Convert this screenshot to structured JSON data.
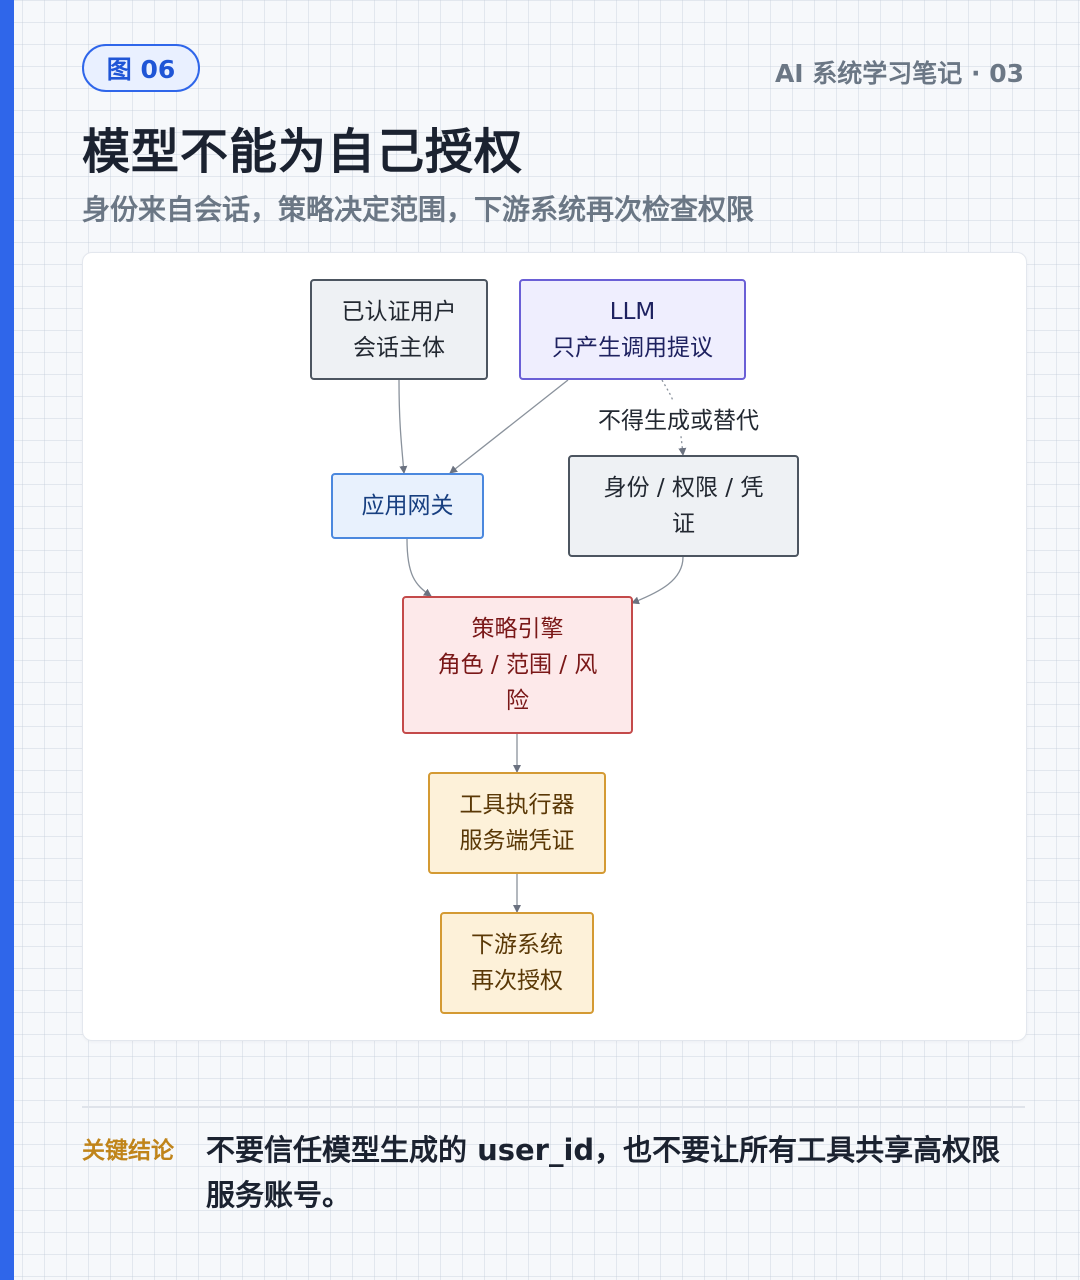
{
  "header": {
    "badge": "图 06",
    "series": "AI 系统学习笔记 · 03",
    "title": "模型不能为自己授权",
    "subtitle": "身份来自会话，策略决定范围，下游系统再次检查权限"
  },
  "diagram": {
    "nodes": {
      "user": {
        "line1": "已认证用户",
        "line2": "会话主体"
      },
      "llm": {
        "line1": "LLM",
        "line2": "只产生调用提议"
      },
      "gateway": {
        "line1": "应用网关"
      },
      "identity": {
        "line1": "身份 / 权限 / 凭",
        "line2": "证"
      },
      "policy": {
        "line1": "策略引擎",
        "line2": "角色 / 范围 / 风",
        "line3": "险"
      },
      "executor": {
        "line1": "工具执行器",
        "line2": "服务端凭证"
      },
      "downstream": {
        "line1": "下游系统",
        "line2": "再次授权"
      }
    },
    "edge_label": "不得生成或替代"
  },
  "conclusion": {
    "label": "关键结论",
    "text": "不要信任模型生成的 user_id，也不要让所有工具共享高权限服务账号。"
  },
  "colors": {
    "accent": "#2f66ea",
    "edge": "#6b7280",
    "conclusion_label": "#c0841a"
  }
}
